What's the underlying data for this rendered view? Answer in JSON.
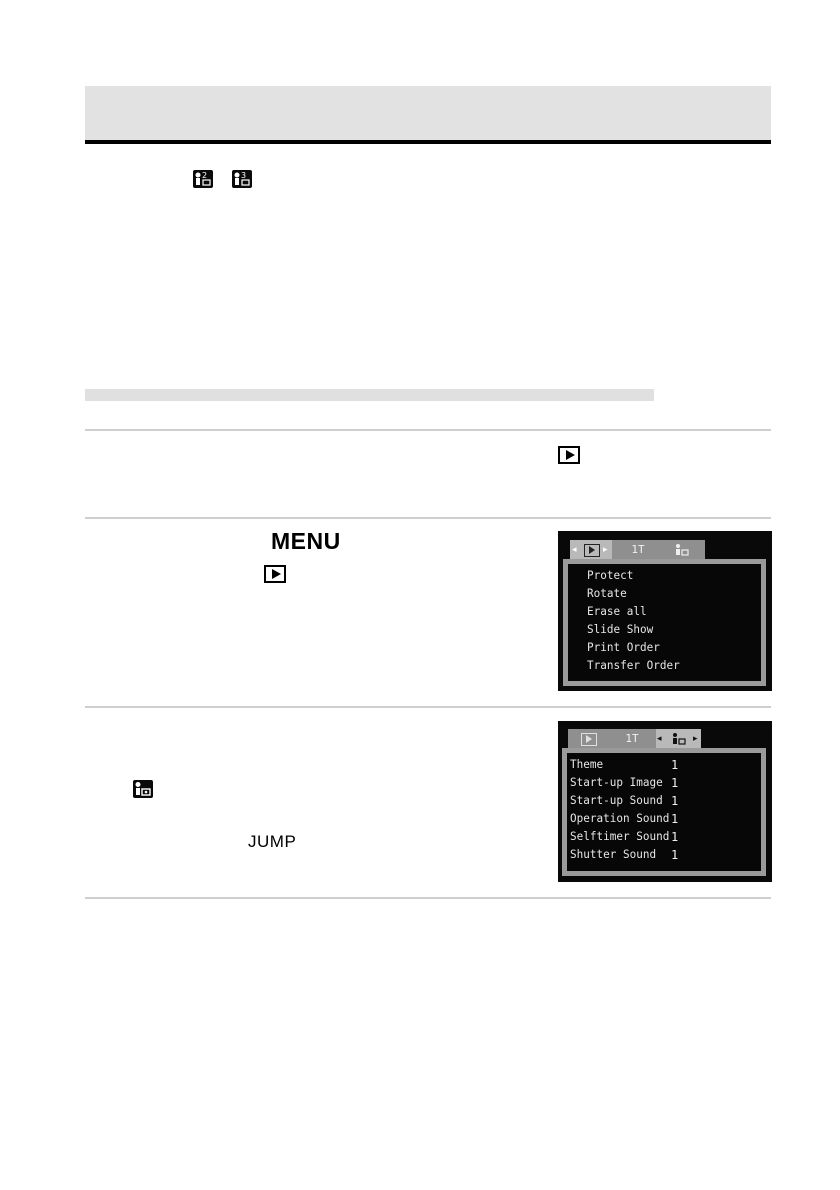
{
  "header": {
    "band_color": "#e2e2e2",
    "rule_color": "#000000"
  },
  "intro": {
    "icons": [
      "my-camera-theme-2-icon",
      "my-camera-theme-3-icon"
    ]
  },
  "step1": {
    "icon": "playback-icon"
  },
  "step2": {
    "key_label": "MENU",
    "icon": "playback-icon",
    "screen": {
      "tabs": [
        "playback",
        "1T",
        "my-camera"
      ],
      "tab_labels": {
        "setup": "1T"
      },
      "items": [
        "Protect",
        "Rotate",
        "Erase all",
        "Slide Show",
        "Print Order",
        "Transfer Order"
      ]
    }
  },
  "step3": {
    "icon": "my-camera-menu-icon",
    "key_label": "JUMP",
    "screen": {
      "tab_labels": {
        "setup": "1T"
      },
      "items": [
        {
          "label": "Theme",
          "value": "1"
        },
        {
          "label": "Start-up Image",
          "value": "1"
        },
        {
          "label": "Start-up Sound",
          "value": "1"
        },
        {
          "label": "Operation Sound",
          "value": "1"
        },
        {
          "label": "Selftimer Sound",
          "value": "1"
        },
        {
          "label": "Shutter Sound",
          "value": "1"
        }
      ]
    }
  }
}
